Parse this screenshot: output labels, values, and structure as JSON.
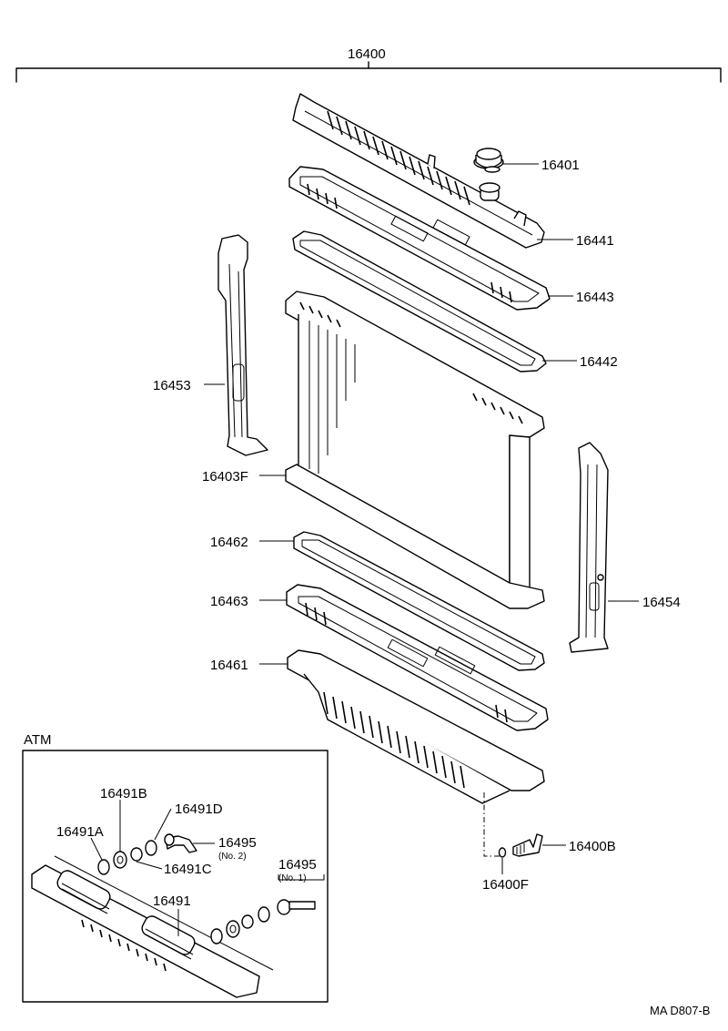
{
  "diagram": {
    "assembly_label": "16400",
    "labels": {
      "p16401": "16401",
      "p16441": "16441",
      "p16443": "16443",
      "p16442": "16442",
      "p16453": "16453",
      "p16403F": "16403F",
      "p16462": "16462",
      "p16463": "16463",
      "p16454": "16454",
      "p16461": "16461",
      "p16400B": "16400B",
      "p16400F": "16400F"
    },
    "atm": {
      "title": "ATM",
      "labels": {
        "p16491B": "16491B",
        "p16491D": "16491D",
        "p16491A": "16491A",
        "p16495_no2": "16495",
        "no2": "(No. 2)",
        "p16491C": "16491C",
        "p16495_no1": "16495",
        "no1": "(No. 1)",
        "p16491": "16491"
      }
    },
    "footer_code": "MA  D807-B"
  }
}
